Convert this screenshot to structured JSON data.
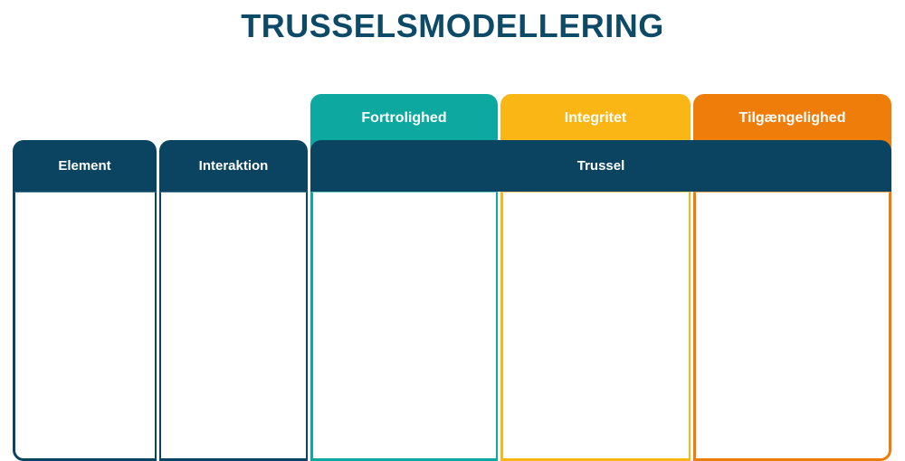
{
  "page": {
    "title": "TRUSSELSMODELLERING",
    "title_color": "#0c4a68",
    "background": "#ffffff"
  },
  "table": {
    "category_tabs": [
      {
        "label": "Fortrolighed",
        "color": "#0da8a0"
      },
      {
        "label": "Integritet",
        "color": "#f9b615"
      },
      {
        "label": "Tilgængelighed",
        "color": "#ef7d0a"
      }
    ],
    "headers": [
      {
        "label": "Element",
        "color": "#0a4460"
      },
      {
        "label": "Interaktion",
        "color": "#0a4460"
      },
      {
        "label": "Trussel",
        "color": "#0a4460"
      }
    ],
    "body_columns": [
      {
        "name": "Element",
        "accent": "#0a4460",
        "value": ""
      },
      {
        "name": "Interaktion",
        "accent": "#0a4460",
        "value": ""
      },
      {
        "name": "Fortrolighed",
        "accent": "#0da8a0",
        "value": ""
      },
      {
        "name": "Integritet",
        "accent": "#f9b615",
        "value": ""
      },
      {
        "name": "Tilgængelighed",
        "accent": "#ef7d0a",
        "value": ""
      }
    ]
  }
}
